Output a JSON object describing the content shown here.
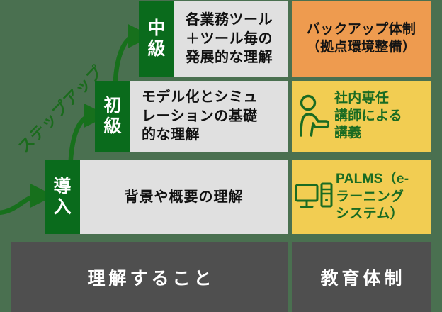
{
  "diagram": {
    "background_color": "#4a7050",
    "accent_green": "#0a6b1c",
    "gray": "#e0e0e0",
    "orange": "#ee9b4f",
    "yellow": "#f2cd52",
    "footer_gray": "#4f4f4f",
    "stepup_label": "ステップアップ"
  },
  "levels": [
    {
      "id": "intermediate",
      "tab_line1": "中",
      "tab_line2": "級",
      "description_lines": [
        "各業務ツール",
        "＋ツール毎の",
        "発展的な理解"
      ]
    },
    {
      "id": "beginner",
      "tab_line1": "初",
      "tab_line2": "級",
      "description_lines": [
        "モデル化とシミュ",
        "レーションの基礎",
        "的な理解"
      ]
    },
    {
      "id": "introduction",
      "tab_line1": "導",
      "tab_line2": "入",
      "description_lines": [
        "背景や概要の理解"
      ]
    }
  ],
  "education": [
    {
      "id": "backup-system",
      "icon": "none",
      "style": "orange",
      "lines": [
        "バックアップ体制",
        "（拠点環境整備）"
      ]
    },
    {
      "id": "in-house-instructor",
      "icon": "lecturer-person-icon",
      "style": "yellow",
      "lines": [
        "社内専任",
        "講師による",
        "講義"
      ]
    },
    {
      "id": "palms-elearning",
      "icon": "desktop-computer-icon",
      "style": "yellow",
      "lines": [
        "PALMS（e-",
        "ラーニング",
        "システム）"
      ]
    }
  ],
  "footer": {
    "left_label": "理解すること",
    "right_label": "教育体制"
  }
}
